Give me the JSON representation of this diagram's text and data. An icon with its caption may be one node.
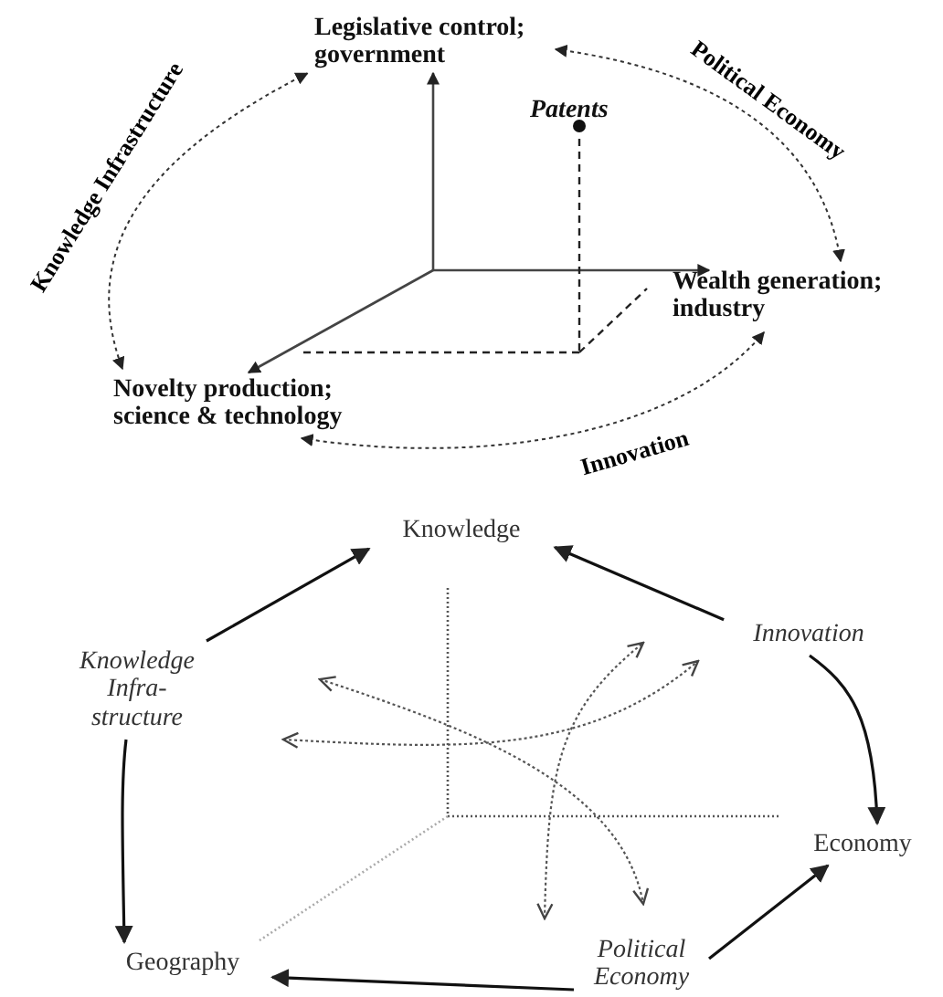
{
  "diagram": {
    "nodes": [
      {
        "text": [
          "Legislative control; government"
        ]
      },
      {
        "text": [
          "Patents"
        ]
      },
      {
        "text": [
          "Wealth generation; industry"
        ]
      },
      {
        "text": [
          "Novelty production; science & technology"
        ]
      },
      {
        "text": [
          "Knowledge"
        ]
      },
      {
        "text": [
          "Knowledge Infra- structure"
        ]
      },
      {
        "text": [
          "Innovation"
        ]
      },
      {
        "text": [
          "Economy"
        ]
      },
      {
        "text": [
          "Geography"
        ]
      },
      {
        "text": [
          "Political Economy"
        ]
      }
    ],
    "edges": [
      {
        "from": 0,
        "to": 3,
        "arrow": "both",
        "style": "dashed",
        "label": "Knowledge Infrastructure"
      },
      {
        "from": 0,
        "to": 2,
        "arrow": "both",
        "style": "dashed",
        "label": "Political Economy"
      },
      {
        "from": 3,
        "to": 2,
        "arrow": "both",
        "style": "dashed",
        "label": "Innovation"
      },
      {
        "from": 5,
        "to": 4,
        "arrow": "to"
      },
      {
        "from": 6,
        "to": 4,
        "arrow": "to"
      },
      {
        "from": 6,
        "to": 7,
        "arrow": "to"
      },
      {
        "from": 9,
        "to": 7,
        "arrow": "to"
      },
      {
        "from": 9,
        "to": 8,
        "arrow": "to"
      },
      {
        "from": 5,
        "to": 8,
        "arrow": "to"
      }
    ]
  }
}
